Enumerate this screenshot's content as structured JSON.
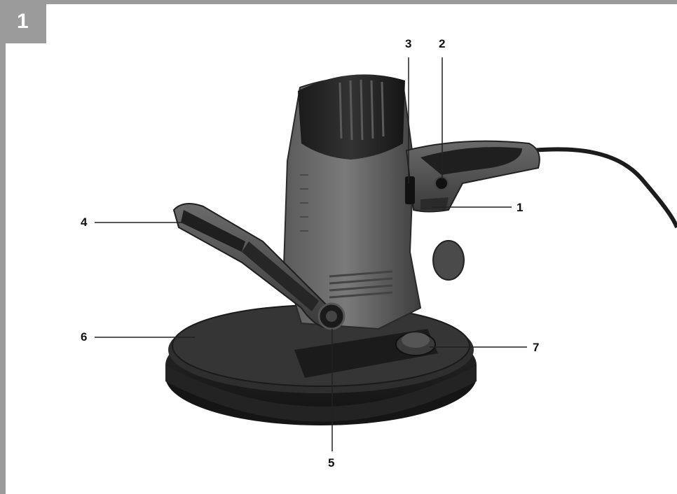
{
  "figure": {
    "number": "1"
  },
  "callouts": [
    {
      "id": "c1",
      "label": "1"
    },
    {
      "id": "c2",
      "label": "2"
    },
    {
      "id": "c3",
      "label": "3"
    },
    {
      "id": "c4",
      "label": "4"
    },
    {
      "id": "c5",
      "label": "5"
    },
    {
      "id": "c6",
      "label": "6"
    },
    {
      "id": "c7",
      "label": "7"
    }
  ],
  "colors": {
    "frame": "#9b9b9b",
    "body_dark": "#2a2a2a",
    "body_grey": "#6e6e6e",
    "pad": "#1e1e1e"
  },
  "icons": [
    "sander-illustration"
  ]
}
